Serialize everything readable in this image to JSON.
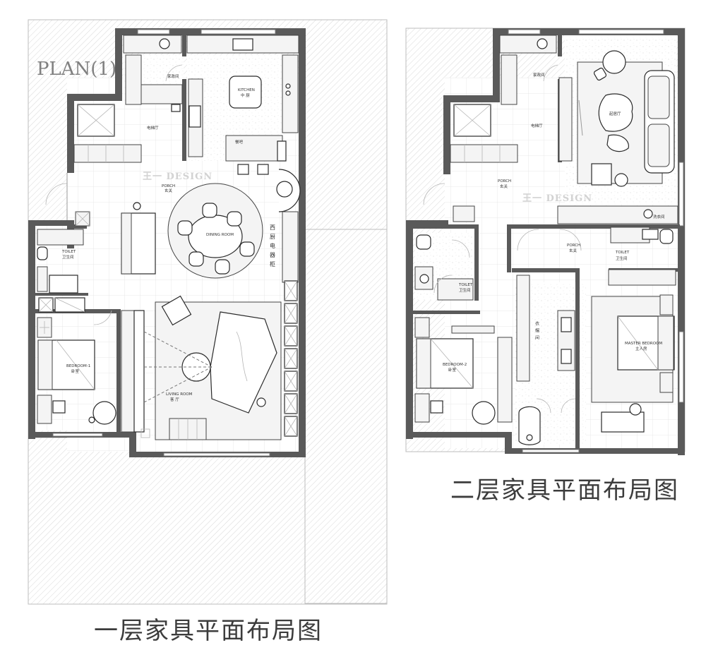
{
  "plan_label": "PLAN(1)",
  "watermark": "王一 DESIGN",
  "floor1": {
    "caption": "一层家具平面布局图",
    "rooms": {
      "kitchen_en": "KITCHEN",
      "kitchen_cn": "中 厨",
      "laundry_cn": "家政间",
      "elevator_cn": "电梯厅",
      "bar_cn": "餐吧",
      "porch_en": "PORCH",
      "porch_cn": "玄关",
      "dining_en": "DINING ROOM",
      "west_kitchen_cn": "西厨电器柜",
      "toilet_en": "TOILET",
      "toilet_cn": "卫生间",
      "bedroom1_en": "BEDROOM-1",
      "bedroom1_cn": "卧室",
      "living_en": "LIVING ROOM",
      "living_cn": "客 厅"
    }
  },
  "floor2": {
    "caption": "二层家具平面布局图",
    "rooms": {
      "laundry_cn": "家政间",
      "elevator_cn": "电梯厅",
      "lounge_cn": "起居厅",
      "porch_en": "PORCH",
      "porch_cn": "玄关",
      "porch2_en": "PORCH",
      "porch2_cn": "玄关",
      "laundry2_cn": "洗衣间",
      "toilet_en": "TOILET",
      "toilet_cn": "卫生间",
      "toilet2_en": "TOILET",
      "toilet2_cn": "卫生间",
      "wardrobe_cn": "衣帽间",
      "master_en": "MASTER BEDROOM",
      "master_cn": "主人房",
      "bedroom2_en": "BEDROOM-2",
      "bedroom2_cn": "卧室"
    }
  }
}
